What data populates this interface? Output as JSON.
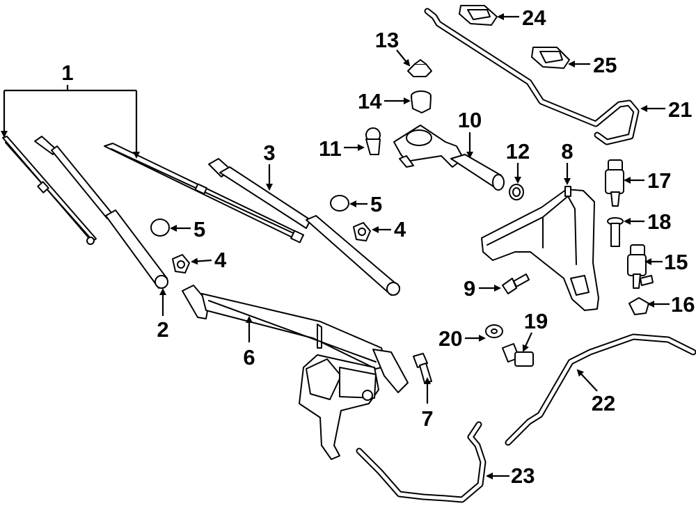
{
  "callouts": [
    {
      "id": "1",
      "label": "1"
    },
    {
      "id": "2",
      "label": "2"
    },
    {
      "id": "3",
      "label": "3"
    },
    {
      "id": "4a",
      "label": "4"
    },
    {
      "id": "4b",
      "label": "4"
    },
    {
      "id": "5a",
      "label": "5"
    },
    {
      "id": "5b",
      "label": "5"
    },
    {
      "id": "6",
      "label": "6"
    },
    {
      "id": "7",
      "label": "7"
    },
    {
      "id": "8",
      "label": "8"
    },
    {
      "id": "9",
      "label": "9"
    },
    {
      "id": "10",
      "label": "10"
    },
    {
      "id": "11",
      "label": "11"
    },
    {
      "id": "12",
      "label": "12"
    },
    {
      "id": "13",
      "label": "13"
    },
    {
      "id": "14",
      "label": "14"
    },
    {
      "id": "15",
      "label": "15"
    },
    {
      "id": "16",
      "label": "16"
    },
    {
      "id": "17",
      "label": "17"
    },
    {
      "id": "18",
      "label": "18"
    },
    {
      "id": "19",
      "label": "19"
    },
    {
      "id": "20",
      "label": "20"
    },
    {
      "id": "21",
      "label": "21"
    },
    {
      "id": "22",
      "label": "22"
    },
    {
      "id": "23",
      "label": "23"
    },
    {
      "id": "24",
      "label": "24"
    },
    {
      "id": "25",
      "label": "25"
    }
  ]
}
